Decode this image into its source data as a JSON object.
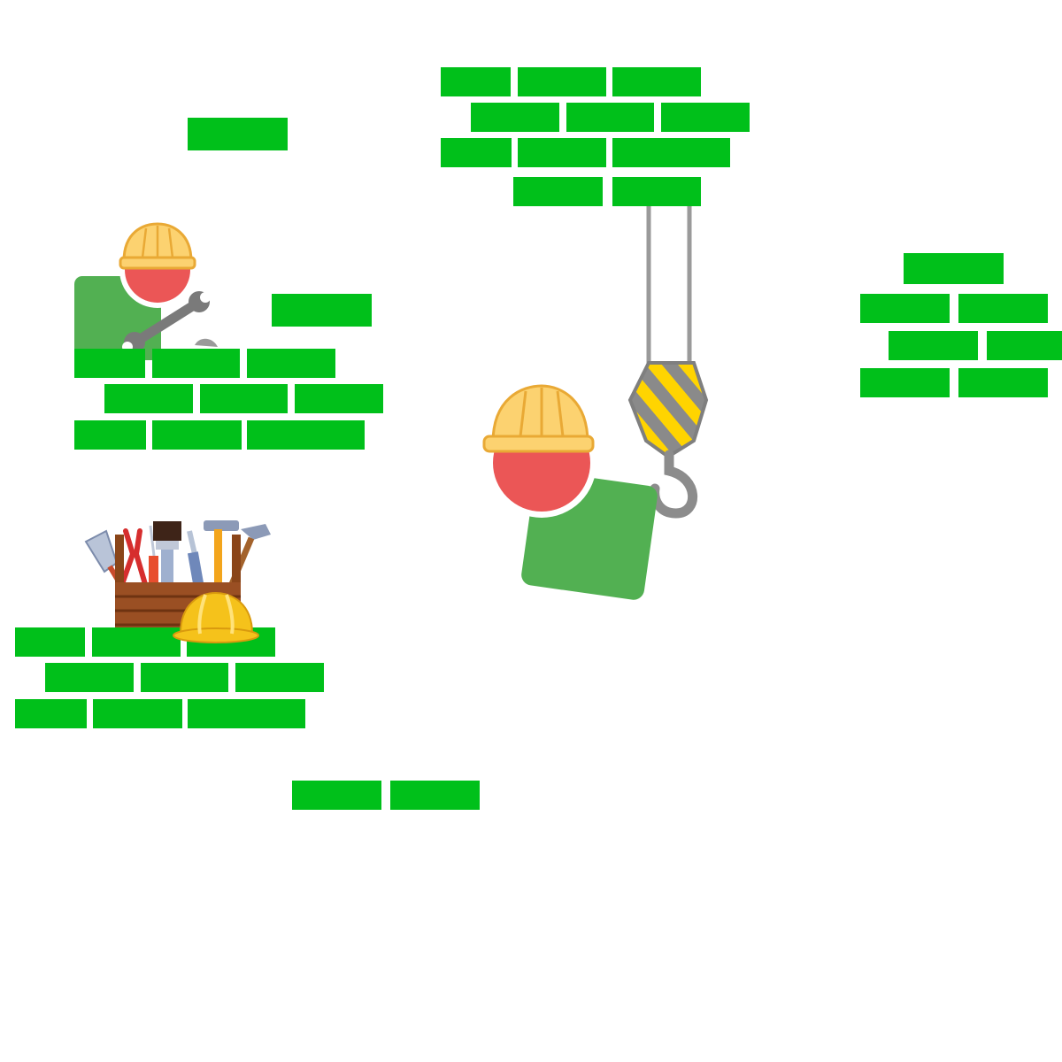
{
  "scene": {
    "title": "",
    "illustration": "under-construction",
    "colors": {
      "background": "#ffffff",
      "brick": "#00c01a",
      "worker_shirt": "#52b052",
      "worker_face": "#eb5656",
      "helmet": "#fcd270",
      "helmet_dark": "#f0b030",
      "hook_stripe_yellow": "#ffd400",
      "hook_stripe_gray": "#8a8a8a",
      "steel_gray": "#8c8c8c",
      "toolbox_wood": "#9a4f23"
    },
    "elements": [
      "brick-cluster-top-center",
      "single-brick-top-left",
      "brick-wall-left",
      "brick-wall-right",
      "brick-wall-bottom-left",
      "brick-pair-bottom",
      "worker-with-wrench",
      "worker-on-crane-hook",
      "crane-hook",
      "toolbox-with-tools",
      "yellow-hard-hat"
    ],
    "icons": [
      "hard-hat-icon",
      "wrench-icon",
      "crane-hook-icon",
      "toolbox-icon",
      "hammer-icon",
      "pliers-icon",
      "paintbrush-icon",
      "screwdriver-icon",
      "trowel-icon"
    ]
  }
}
